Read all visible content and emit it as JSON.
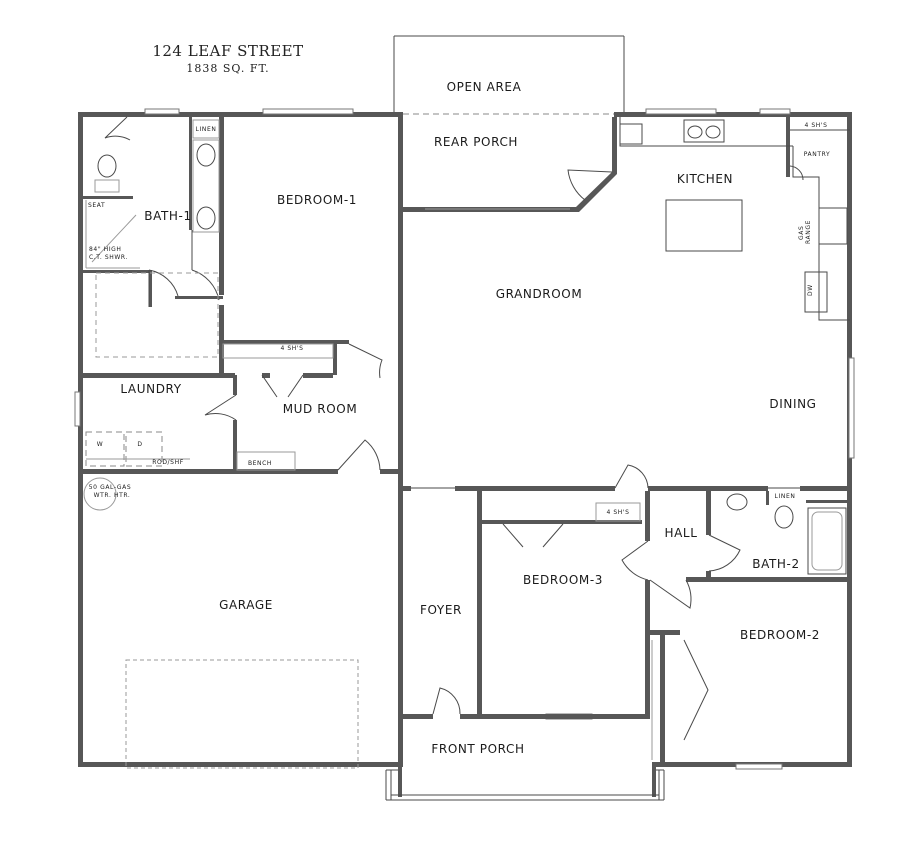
{
  "header": {
    "address": "124 LEAF STREET",
    "square_feet": "1838 SQ. FT."
  },
  "rooms": {
    "open_area": "OPEN AREA",
    "rear_porch": "REAR PORCH",
    "kitchen": "KITCHEN",
    "bedroom_1": "BEDROOM-1",
    "bath_1": "BATH-1",
    "grandroom": "GRANDROOM",
    "laundry": "LAUNDRY",
    "mud_room": "MUD ROOM",
    "dining": "DINING",
    "garage": "GARAGE",
    "foyer": "FOYER",
    "bedroom_3": "BEDROOM-3",
    "hall": "HALL",
    "bath_2": "BATH-2",
    "bedroom_2": "BEDROOM-2",
    "front_porch": "FRONT PORCH"
  },
  "notes": {
    "linen_1": "LINEN",
    "seat": "SEAT",
    "shower_1": "84\" HIGH",
    "shower_2": "C.T. SHWR.",
    "shelves_mud": "4 SH'S",
    "shelves_kitchen": "4 SH'S",
    "pantry": "PANTRY",
    "gas_range_1": "GAS",
    "gas_range_2": "RANGE",
    "dw": "DW",
    "rod_shelf": "ROD/SHF",
    "bench": "BENCH",
    "water_heater_1": "50 GAL-GAS",
    "water_heater_2": "WTR. HTR.",
    "shelves_hall": "4 SH'S",
    "linen_2": "LINEN",
    "wash": "W",
    "dryer": "D"
  }
}
